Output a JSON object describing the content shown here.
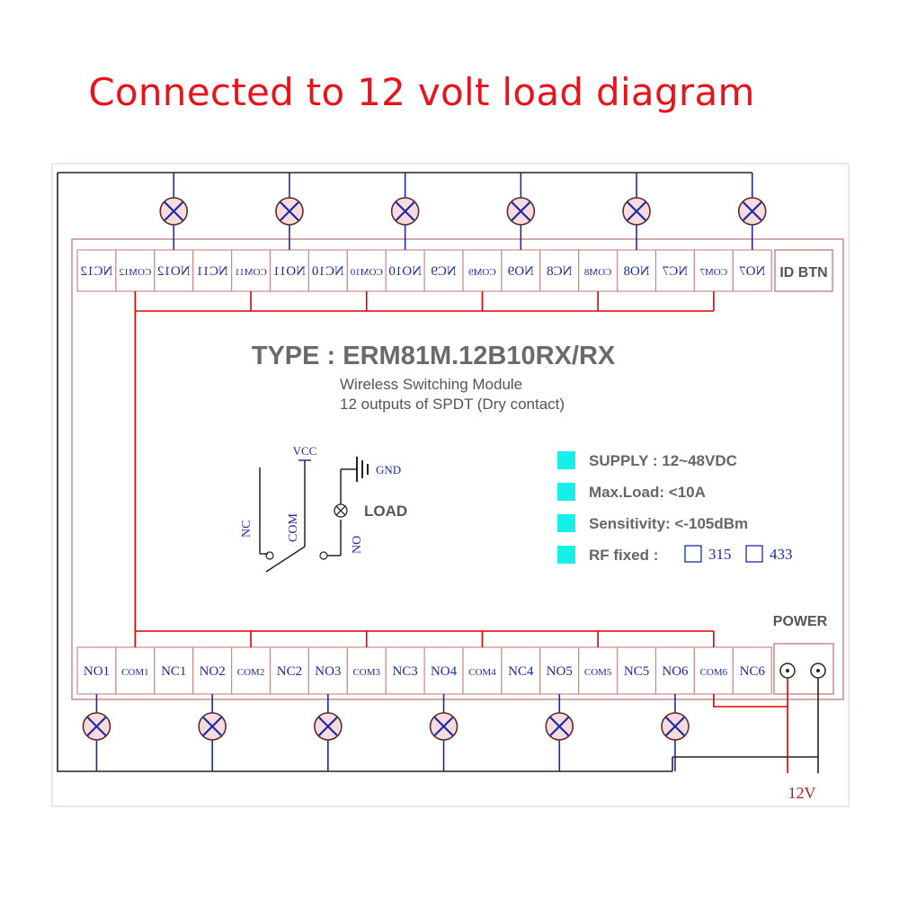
{
  "title": "Connected to 12 volt load diagram",
  "module": {
    "type_label": "TYPE : ERM81M.12B10RX/RX",
    "description_1": "Wireless Switching Module",
    "description_2": "12 outputs of SPDT (Dry contact)",
    "id_button": "ID BTN",
    "power_label": "POWER",
    "voltage_label": "12V"
  },
  "specs": [
    {
      "text": "SUPPLY : 12~48VDC"
    },
    {
      "text": "Max.Load: <10A"
    },
    {
      "text": "Sensitivity: <-105dBm"
    },
    {
      "text": "RF fixed   :"
    }
  ],
  "rf_options": [
    "315",
    "433"
  ],
  "symbol": {
    "vcc": "VCC",
    "gnd": "GND",
    "nc": "NC",
    "com": "COM",
    "no": "NO",
    "load": "LOAD"
  },
  "top_terminals": [
    "NC12",
    "COM12",
    "NO12",
    "NC11",
    "COM11",
    "NO11",
    "NC10",
    "COM10",
    "NO10",
    "NC9",
    "COM9",
    "NO9",
    "NC8",
    "COM8",
    "NO8",
    "NC7",
    "COM7",
    "NO7"
  ],
  "bottom_terminals": [
    "NO1",
    "COM1",
    "NC1",
    "NO2",
    "COM2",
    "NC2",
    "NO3",
    "COM3",
    "NC3",
    "NO4",
    "COM4",
    "NC4",
    "NO5",
    "COM5",
    "NC5",
    "NO6",
    "COM6",
    "NC6"
  ],
  "colors": {
    "title": "#e8141b",
    "frame": "#c98b8b",
    "red_wire": "#e00000",
    "blue_wire": "#1c2aa8",
    "spec_square": "#17f0e8",
    "lamp_fill": "#f6dcdc"
  }
}
